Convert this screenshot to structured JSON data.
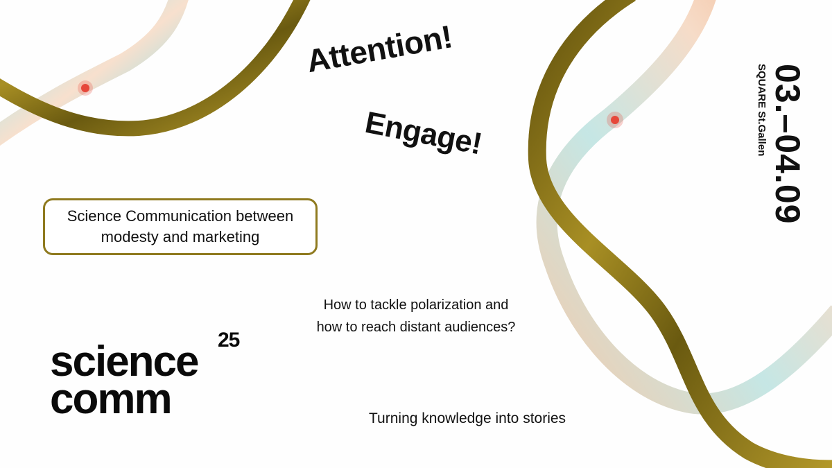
{
  "headlines": {
    "attention": "Attention!",
    "engage": "Engage!"
  },
  "topic": {
    "text": "Science Communication between modesty and marketing"
  },
  "question": {
    "line1": "How to tackle polarization and",
    "line2": "how to reach distant audiences?"
  },
  "tagline": "Turning knowledge into stories",
  "logo": {
    "line1": "science",
    "line2": "comm",
    "superscript": "25"
  },
  "event": {
    "dates": "03.–04.09",
    "venue": "SQUARE St.Gallen"
  },
  "colors": {
    "background": "#fefefe",
    "gold": "#8f7a1f",
    "text": "#111111",
    "ribbon_pastel_orange": "#f6b98f",
    "ribbon_pastel_cyan": "#a9dfe0",
    "ribbon_red_dot": "#e6473a"
  }
}
